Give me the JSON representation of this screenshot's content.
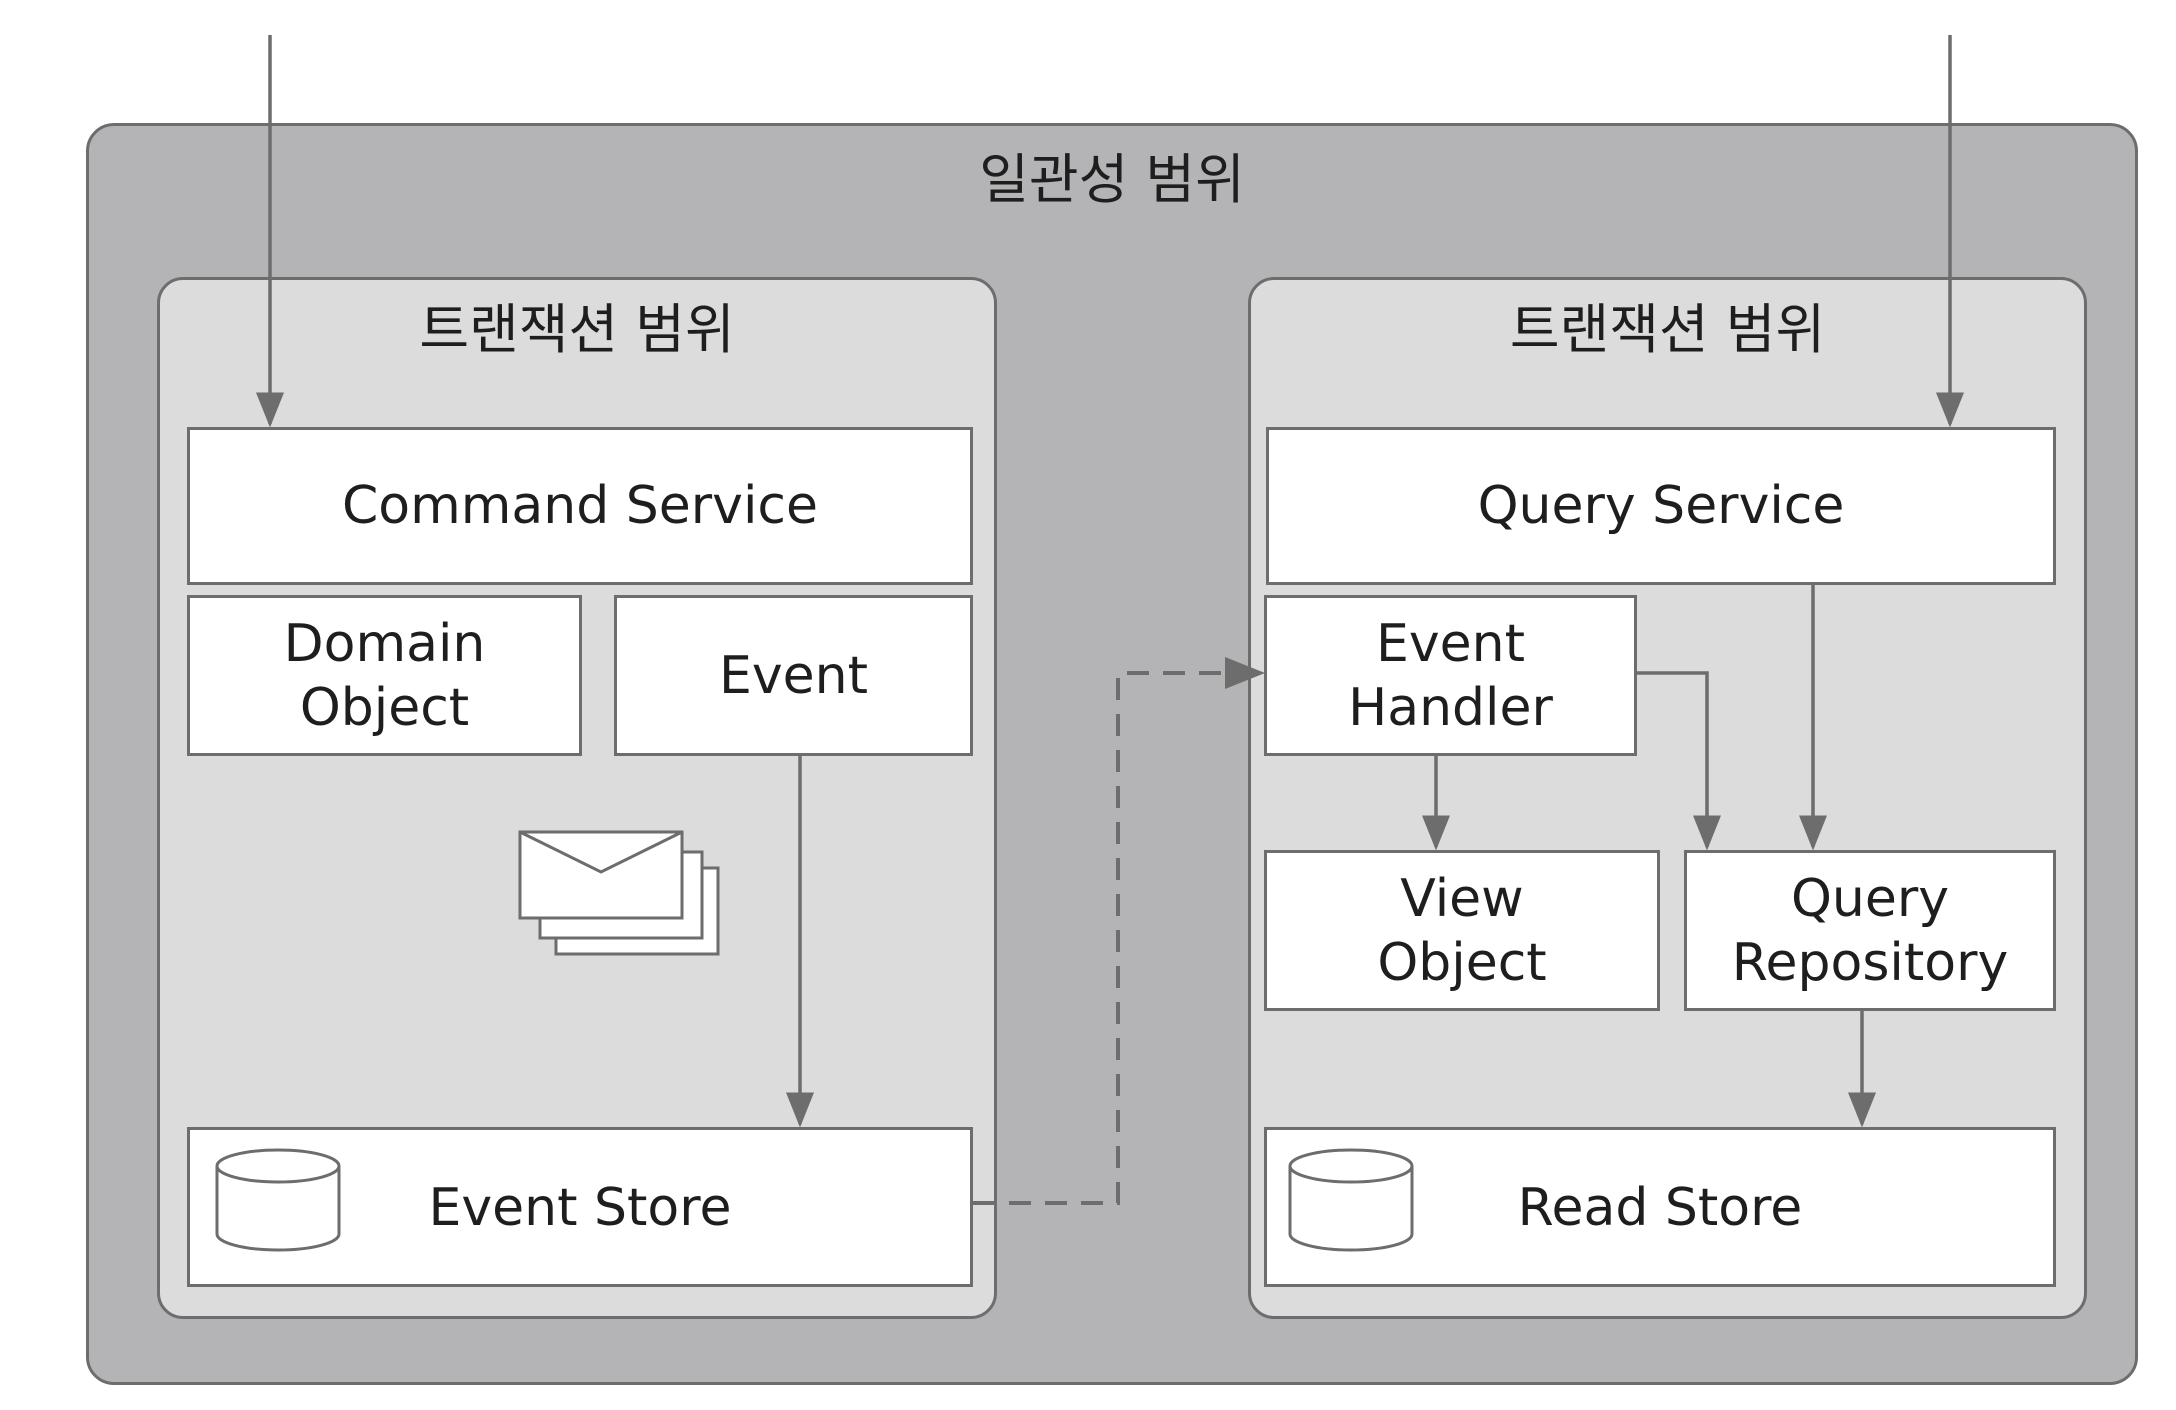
{
  "consistency_scope": {
    "label": "일관성 범위"
  },
  "command_side": {
    "transaction_label": "트랜잭션 범위",
    "command_service": "Command Service",
    "domain_object": "Domain\nObject",
    "event": "Event",
    "event_store": "Event Store",
    "envelope_icon": "stacked-envelopes-icon",
    "database_icon": "database-cylinder-icon"
  },
  "query_side": {
    "transaction_label": "트랜잭션 범위",
    "query_service": "Query Service",
    "event_handler": "Event\nHandler",
    "view_object": "View\nObject",
    "query_repository": "Query\nRepository",
    "read_store": "Read Store",
    "database_icon": "database-cylinder-icon"
  },
  "colors": {
    "outer_fill": "#b4b4b7",
    "inner_fill": "#dcdcdd",
    "box_fill": "#ffffff",
    "stroke": "#6d6d6e",
    "text": "#1e1e1e"
  }
}
